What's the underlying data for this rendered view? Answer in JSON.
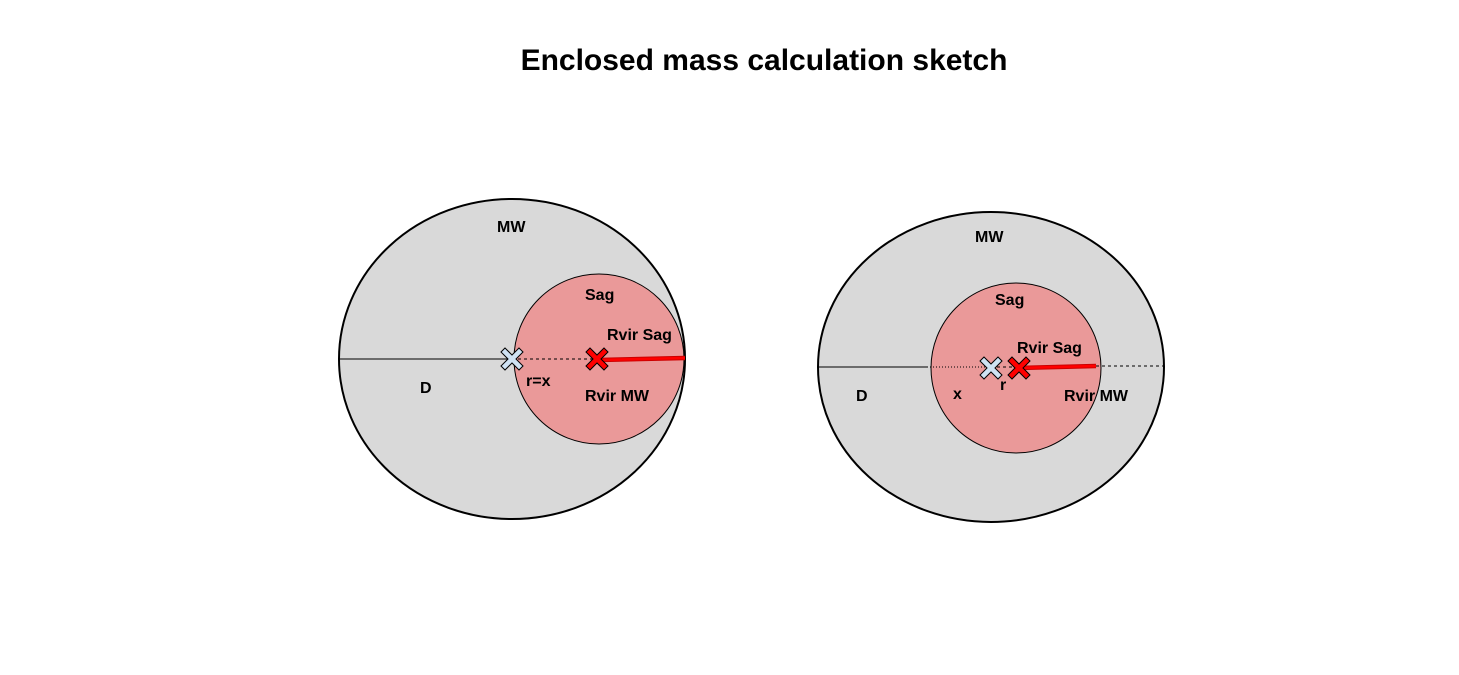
{
  "title": "Enclosed mass calculation sketch",
  "colors": {
    "mw_fill": "#d9d9d9",
    "sag_fill": "#ea9999",
    "sag_center_marker": "#ff0000",
    "observer_marker": "#cfe2f3",
    "rvir_sag_line": "#ff0000",
    "outline": "#000000"
  },
  "panels": [
    {
      "name": "left",
      "labels": {
        "mw": "MW",
        "sag": "Sag",
        "rvir_sag": "Rvir Sag",
        "rvir_mw": "Rvir MW",
        "distance": "D",
        "radius": "r=x"
      },
      "markers": [
        "x-marker-icon",
        "x-marker-icon"
      ]
    },
    {
      "name": "right",
      "labels": {
        "mw": "MW",
        "sag": "Sag",
        "rvir_sag": "Rvir Sag",
        "rvir_mw": "Rvir MW",
        "distance": "D",
        "x": "x",
        "radius": "r"
      },
      "markers": [
        "x-marker-icon",
        "x-marker-icon"
      ]
    }
  ]
}
